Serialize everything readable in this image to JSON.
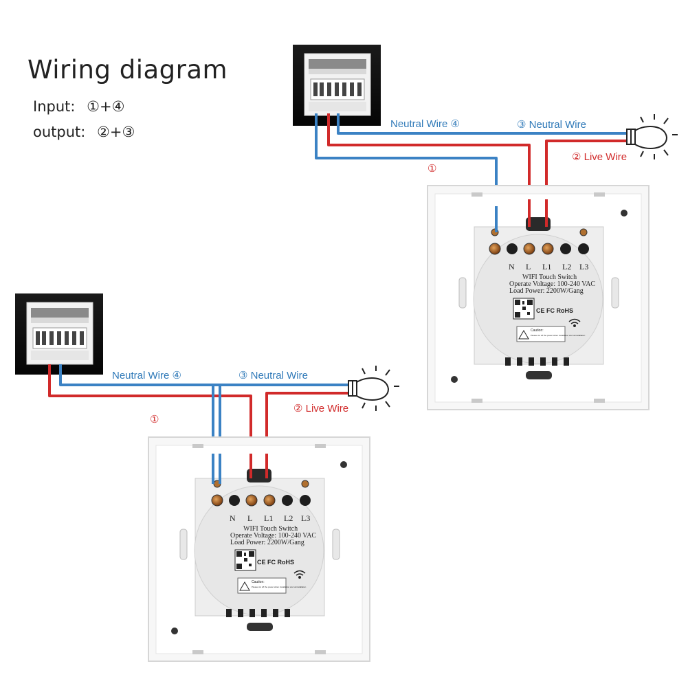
{
  "title": "Wiring diagram",
  "legend": {
    "input_label": "Input:",
    "input_value": "①+④",
    "output_label": "output:",
    "output_value": "②+③"
  },
  "colors": {
    "neutral": "#3b82c4",
    "live": "#d12a2a",
    "neutral_text": "#2f79b8",
    "live_text": "#d12a2a"
  },
  "diagrams": [
    {
      "neutral_wire_4": "Neutral Wire ④",
      "neutral_wire_3": "③ Neutral Wire",
      "live_wire_2": "② Live Wire",
      "marker_1": "①",
      "terminals": [
        "N",
        "L",
        "L1",
        "L2",
        "L3"
      ],
      "label_lines": [
        "WIFI Touch Switch",
        "Operate Voltage: 100-240 VAC",
        "Load Power: 2200W/Gang"
      ],
      "cert": "CE FC RoHS",
      "caution_title": "Caution:",
      "caution_text": "Please cut off the power when installation and uninstallation"
    },
    {
      "neutral_wire_4": "Neutral Wire ④",
      "neutral_wire_3": "③ Neutral Wire",
      "live_wire_2": "② Live Wire",
      "marker_1": "①",
      "terminals": [
        "N",
        "L",
        "L1",
        "L2",
        "L3"
      ],
      "label_lines": [
        "WIFI Touch Switch",
        "Operate Voltage: 100-240 VAC",
        "Load Power: 2200W/Gang"
      ],
      "cert": "CE FC RoHS",
      "caution_title": "Caution:",
      "caution_text": "Please cut off the power when installation and uninstallation"
    }
  ]
}
